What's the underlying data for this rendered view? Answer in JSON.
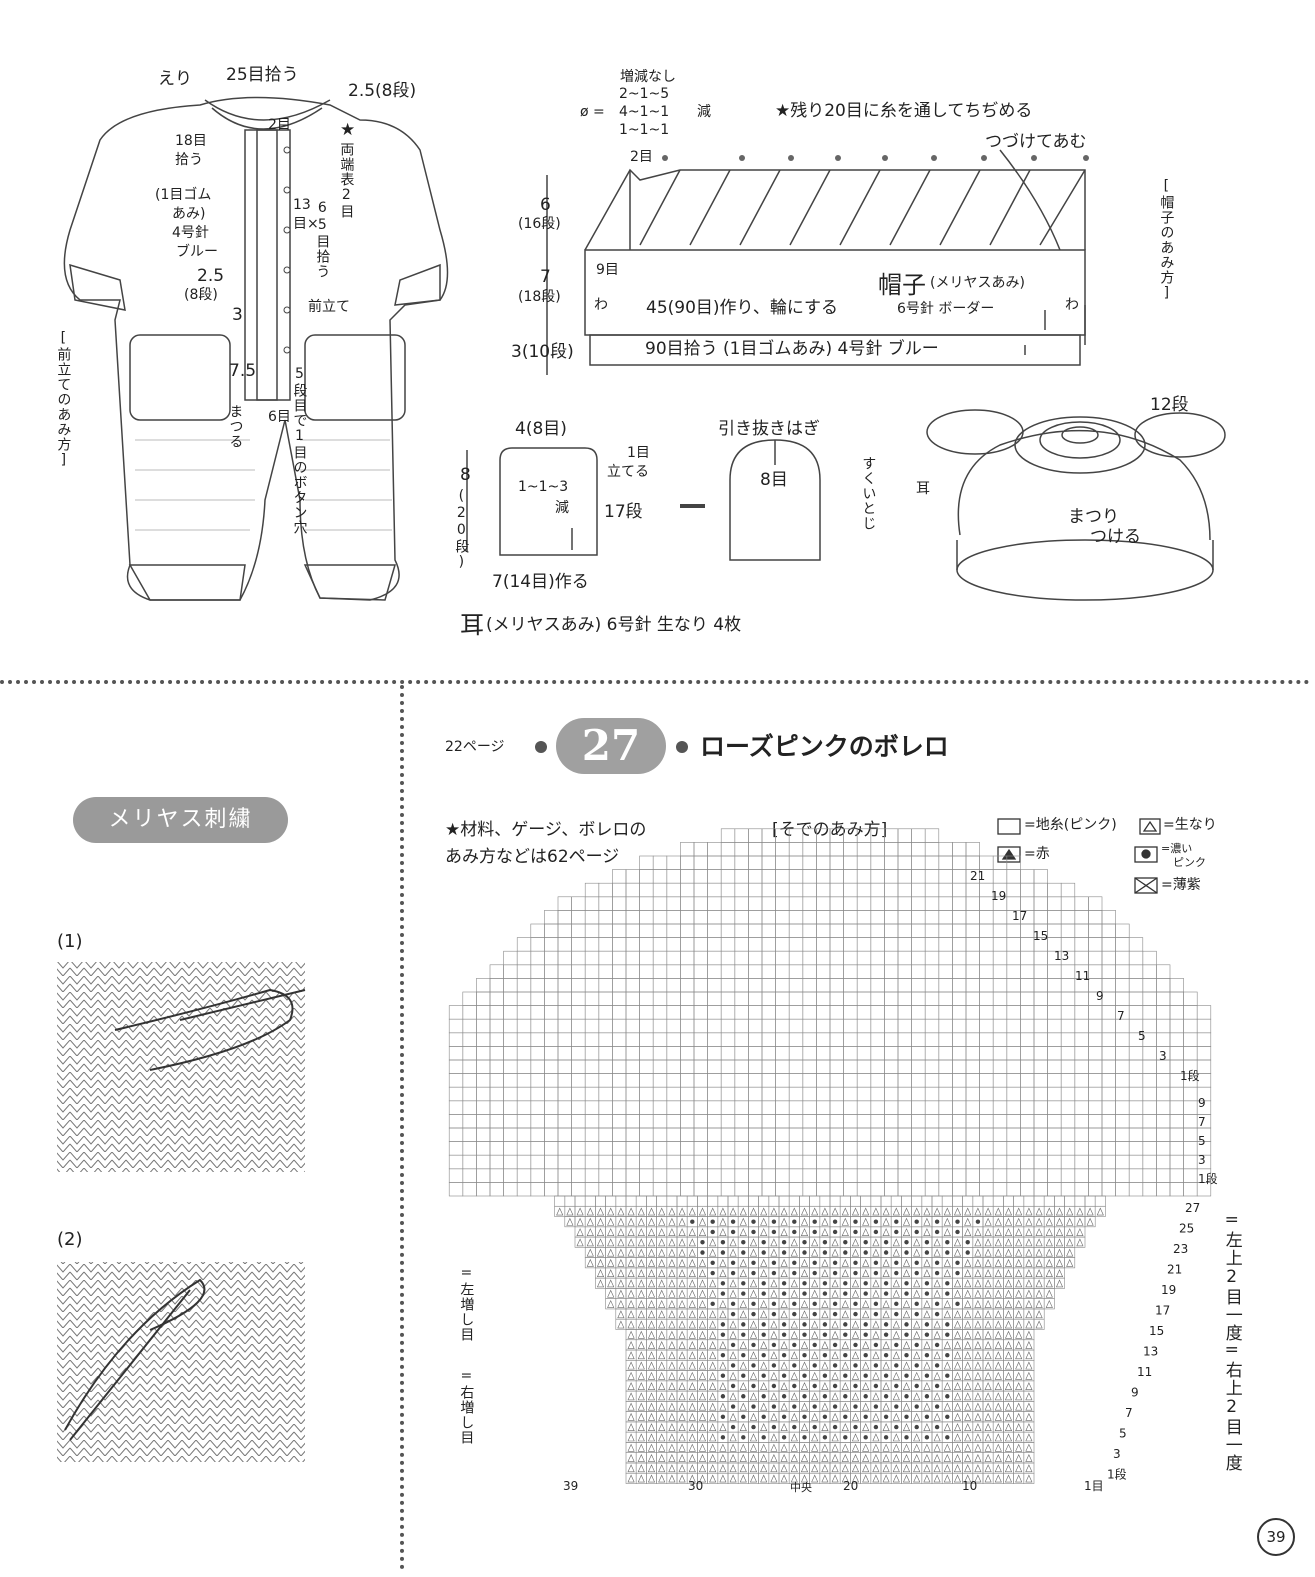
{
  "romper": {
    "eri": "えり",
    "pick25": "25目拾う",
    "dan25_8": "2.5(8段)",
    "me2": "2目",
    "pick18a": "18目",
    "pick18b": "拾う",
    "star": "★",
    "both_ends": "両端表2目",
    "rib1": "(1目ゴム",
    "rib2": "あみ)",
    "needle4": "4号針",
    "blue": "ブルー",
    "me13a": "13",
    "me13b": "目×",
    "me65": "65目拾う",
    "dan25b_a": "2.5",
    "dan25b_b": "(8段)",
    "maedate": "前立て",
    "v3": "3",
    "v75": "7.5",
    "matsuru": "まつる",
    "me6": "6目",
    "button_hole": "5段目で1目のボタン穴",
    "side_title": "[前立てのあみ方]"
  },
  "hat": {
    "no_change": "増減なし",
    "dec1": "2~1~5",
    "dec2": "4~1~1",
    "dec3": "1~1~1",
    "phi_eq": "ø =",
    "gen": "減",
    "remain": "★残り20目に糸を通してちぢめる",
    "continue": "つづけてあむ",
    "me2": "2目",
    "d6a": "6",
    "d6b": "(16段)",
    "d7a": "7",
    "d7b": "(18段)",
    "d3": "3(10段)",
    "me9": "9目",
    "title": "帽子",
    "title_sub": "(メリヤスあみ)",
    "make45": "45(90目)作り、輪にする",
    "needle6": "6号針 ボーダー",
    "wa": "わ",
    "pick90": "90目拾う (1目ゴムあみ) 4号針 ブルー",
    "side_title": "[帽子のあみ方]",
    "dan12": "12段",
    "ear": "耳",
    "matsuri": "まつり",
    "tsukeru": "つける"
  },
  "ear": {
    "w4": "4(8目)",
    "me1": "1目",
    "tateru": "立てる",
    "dec": "1~1~3",
    "gen": "減",
    "dan17": "17段",
    "h8": "8",
    "h8sub": "(20段)",
    "make7": "7(14目)作る",
    "hikinuki": "引き抜きはぎ",
    "me8": "8目",
    "sukui": "すくいとじ",
    "caption_big": "耳",
    "caption": "(メリヤスあみ) 6号針 生なり 4枚"
  },
  "embroidery": {
    "title": "メリヤス刺繍",
    "step1": "(1)",
    "step2": "(2)"
  },
  "bolero": {
    "page_ref": "22ページ",
    "number": "27",
    "title": "ローズピンクのボレロ",
    "note1": "★材料、ゲージ、ボレロの",
    "note2": "あみ方などは62ページ",
    "sleeve_title": "[そでのあみ方]",
    "legend": {
      "base": "=地糸(ピンク)",
      "natural": "=生なり",
      "red": "=赤",
      "dark_pink_a": "=濃い",
      "dark_pink_b": "ピンク",
      "lavender": "=薄紫"
    },
    "left_inc": "=左増し目",
    "right_inc": "=右増し目",
    "left_dec": "=左上2目一度",
    "right_dec": "=右上2目一度",
    "rows_upper": [
      "21",
      "19",
      "17",
      "15",
      "13",
      "11",
      "9",
      "7",
      "5",
      "3",
      "1段"
    ],
    "rows_mid": [
      "9",
      "7",
      "5",
      "3",
      "1段"
    ],
    "rows_lower": [
      "27",
      "25",
      "23",
      "21",
      "19",
      "17",
      "15",
      "13",
      "11",
      "9",
      "7",
      "5",
      "3",
      "1段"
    ],
    "bottom_cols": [
      "39",
      "30",
      "20",
      "10",
      "1目"
    ],
    "center": "中央"
  },
  "page_number": "39"
}
